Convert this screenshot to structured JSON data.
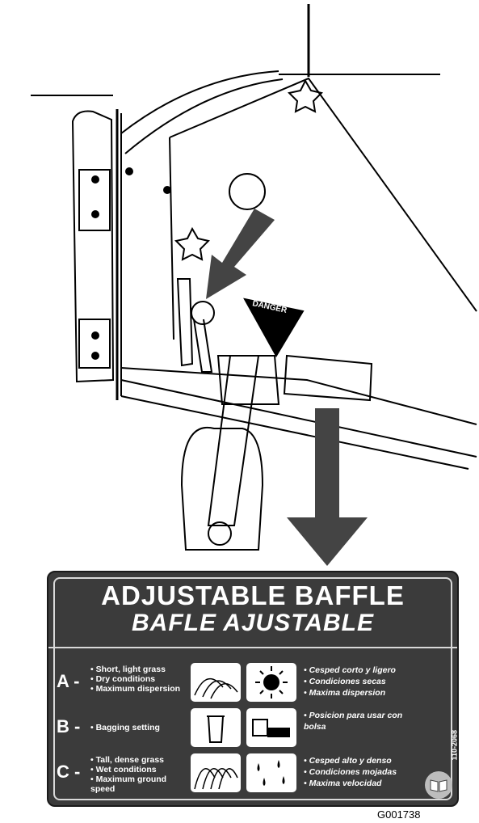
{
  "decal": {
    "title_en": "ADJUSTABLE BAFFLE",
    "title_es": "BAFLE AJUSTABLE",
    "part_code": "110-2068",
    "rows": [
      {
        "letter": "A -",
        "en": [
          "Short, light grass",
          "Dry conditions",
          "Maximum dispersion"
        ],
        "es": [
          "Cesped corto y ligero",
          "Condiciones secas",
          "Maxima dispersion"
        ],
        "icons": [
          "short-grass-icon",
          "sun-icon"
        ]
      },
      {
        "letter": "B -",
        "en": [
          "Bagging setting"
        ],
        "es": [
          "Posicion para usar con bolsa"
        ],
        "icons": [
          "trash-bin-icon",
          "bagging-mower-icon"
        ]
      },
      {
        "letter": "C -",
        "en": [
          "Tall, dense grass",
          "Wet conditions",
          "Maximum ground speed"
        ],
        "es": [
          "Cesped alto y denso",
          "Condiciones mojadas",
          "Maxima velocidad"
        ],
        "icons": [
          "tall-grass-icon",
          "rain-drops-icon"
        ]
      }
    ]
  },
  "machine_labels": {
    "danger": "DANGER"
  },
  "figure_id": "G001738",
  "colors": {
    "decal_bg": "#3b3b3b",
    "line": "#000000"
  }
}
